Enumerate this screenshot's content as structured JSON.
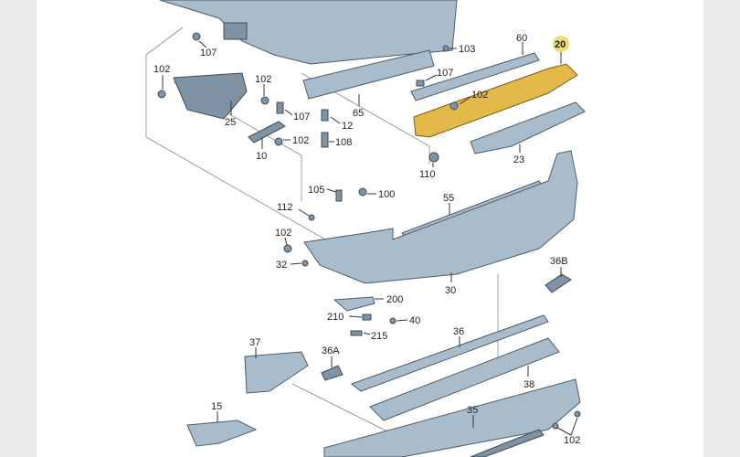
{
  "diagram": {
    "highlight_color": "#e3b94a",
    "part_color": "#a9bccb",
    "labels": [
      "107",
      "103",
      "60",
      "20",
      "102",
      "107",
      "102",
      "102",
      "25",
      "107",
      "65",
      "12",
      "102",
      "10",
      "108",
      "110",
      "23",
      "105",
      "100",
      "112",
      "55",
      "102",
      "32",
      "30",
      "36B",
      "200",
      "210",
      "40",
      "215",
      "36",
      "37",
      "36A",
      "38",
      "15",
      "35",
      "102"
    ],
    "highlighted_label": "20"
  }
}
